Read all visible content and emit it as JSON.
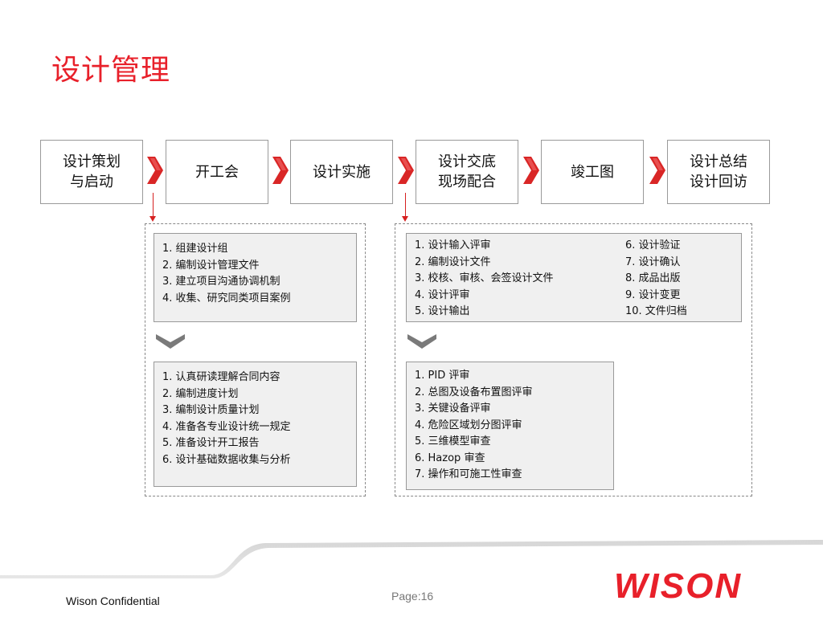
{
  "title": "设计管理",
  "steps": [
    "设计策划\n与启动",
    "开工会",
    "设计实施",
    "设计交底\n现场配合",
    "竣工图",
    "设计总结\n设计回访"
  ],
  "left_group": {
    "box1": [
      "1. 组建设计组",
      "2. 编制设计管理文件",
      "3. 建立项目沟通协调机制",
      "4. 收集、研究同类项目案例"
    ],
    "box2": [
      "1. 认真研读理解合同内容",
      "2. 编制进度计划",
      "3. 编制设计质量计划",
      "4. 准备各专业设计统一规定",
      "5. 准备设计开工报告",
      "6. 设计基础数据收集与分析"
    ]
  },
  "right_group": {
    "box1_col1": [
      "1. 设计输入评审",
      "2. 编制设计文件",
      "3. 校核、审核、会签设计文件",
      "4. 设计评审",
      "5. 设计输出"
    ],
    "box1_col2": [
      "6.  设计验证",
      "7.  设计确认",
      "8.  成品出版",
      "9.  设计变更",
      "10. 文件归档"
    ],
    "box2": [
      "1. PID 评审",
      "2. 总图及设备布置图评审",
      "3. 关键设备评审",
      "4. 危险区域划分图评审",
      "5. 三维模型审查",
      "6. Hazop 审查",
      "7. 操作和可施工性审查"
    ]
  },
  "footer": {
    "confidential": "Wison Confidential",
    "page": "Page:16",
    "logo_text": "WISON"
  },
  "colors": {
    "accent": "#e8202a",
    "arrow": "#d62020",
    "box_bg": "#f0f0f0"
  }
}
